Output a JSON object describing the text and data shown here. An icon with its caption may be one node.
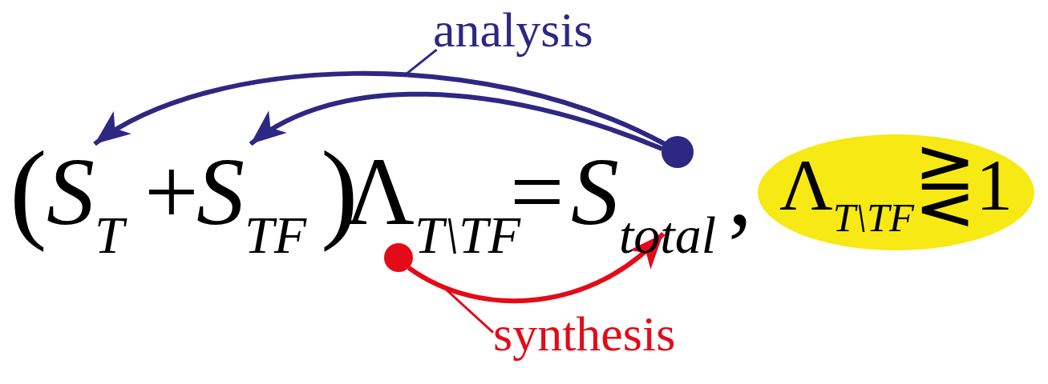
{
  "diagram": {
    "nodes": [
      {
        "text": [
          "*S*$_{T}$"
        ]
      },
      {
        "text": [
          "*S*$_{TF}$"
        ]
      },
      {
        "text": [
          "Λ$_{T\\TF}$"
        ]
      },
      {
        "text": [
          "*S*$_{total}$"
        ]
      },
      {
        "text": [
          "Λ$_{T\\TF}$⋛1"
        ]
      },
      {
        "text": [],
        "shape": "circle"
      },
      {
        "text": [],
        "shape": "circle"
      },
      {
        "text": [
          "analysis"
        ]
      },
      {
        "text": [
          "synthesis"
        ]
      }
    ],
    "edges": [
      {
        "from": 5,
        "to": 0,
        "arrow": "to"
      },
      {
        "from": 5,
        "to": 1,
        "arrow": "to"
      },
      {
        "from": 6,
        "to": 3,
        "arrow": "to",
        "color": "#e30b17"
      },
      {
        "from": 7,
        "to": null,
        "arrow": "none"
      },
      {
        "from": 8,
        "to": null,
        "arrow": "none",
        "color": "#e30b17"
      }
    ],
    "labels": [
      "(",
      "+",
      ")",
      "=",
      ","
    ]
  }
}
